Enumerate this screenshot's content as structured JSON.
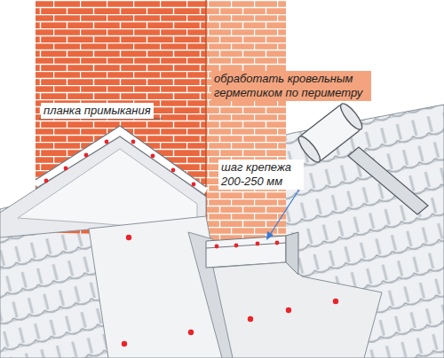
{
  "diagram": {
    "labels": [
      "планка примыкания",
      "обработать кровельным герметиком по периметру",
      "шаг крепежа 200-250 мм"
    ]
  }
}
